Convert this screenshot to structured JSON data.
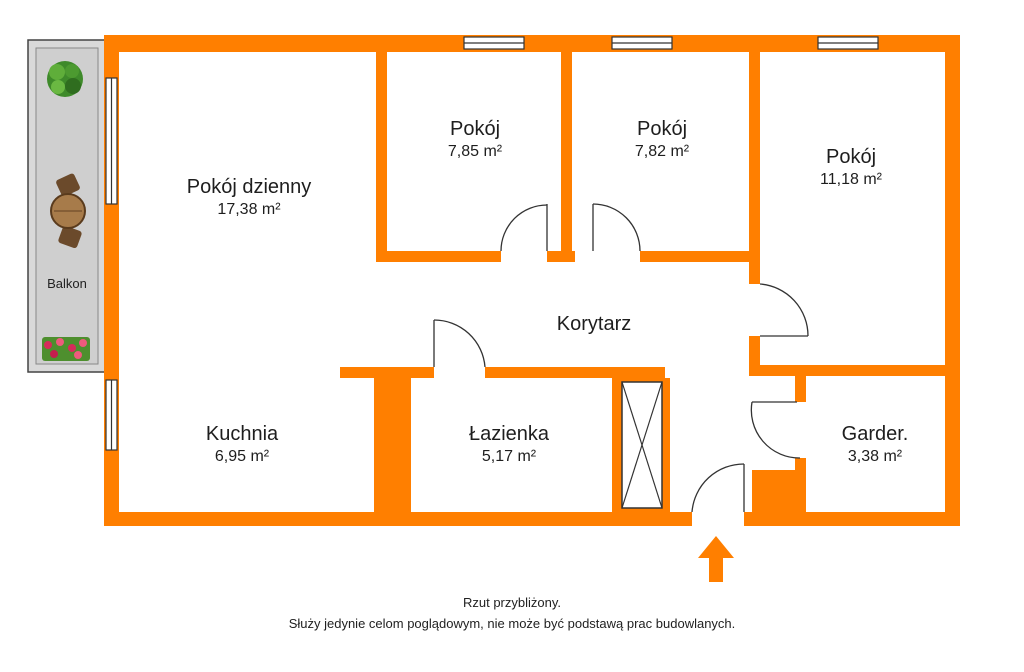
{
  "rooms": {
    "living": {
      "name": "Pokój dzienny",
      "area": "17,38 m²"
    },
    "room1": {
      "name": "Pokój",
      "area": "7,85 m²"
    },
    "room2": {
      "name": "Pokój",
      "area": "7,82 m²"
    },
    "room3": {
      "name": "Pokój",
      "area": "11,18 m²"
    },
    "corridor": {
      "name": "Korytarz"
    },
    "kitchen": {
      "name": "Kuchnia",
      "area": "6,95 m²"
    },
    "bathroom": {
      "name": "Łazienka",
      "area": "5,17 m²"
    },
    "wardrobe": {
      "name": "Garder.",
      "area": "3,38 m²"
    },
    "balcony": {
      "name": "Balkon"
    }
  },
  "caption": {
    "line1": "Rzut przybliżony.",
    "line2": "Służy jedynie celom poglądowym, nie może być podstawą prac budowlanych."
  },
  "colors": {
    "wall": "#ff7f00",
    "floor": "#ffffff",
    "balcony": "#d6d6d6",
    "window": "#ffffff",
    "door_line": "#333333",
    "text": "#1e1e1e"
  }
}
